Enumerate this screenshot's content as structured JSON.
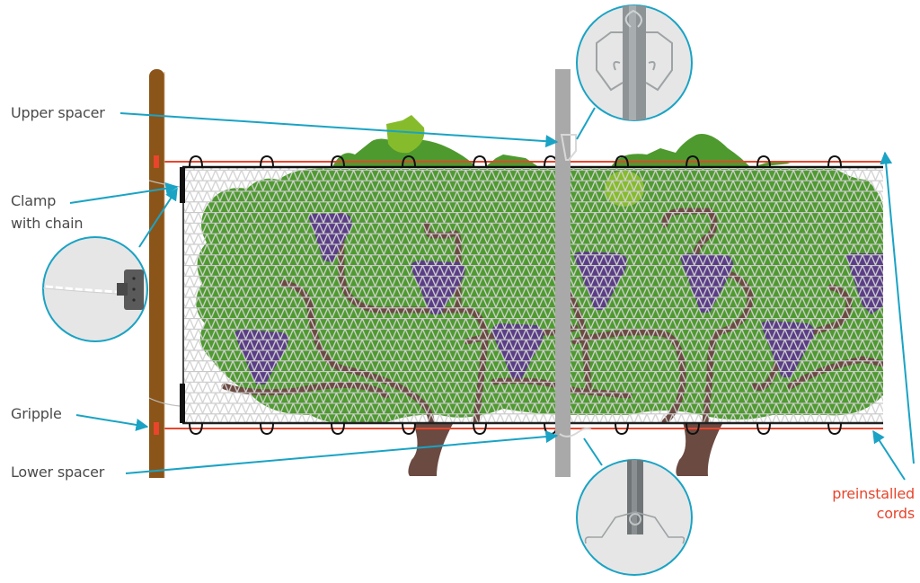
{
  "diagram": {
    "title": "Vineyard side netting installation",
    "labels": {
      "upper_spacer": "Upper spacer",
      "clamp_line1": "Clamp",
      "clamp_line2": "with chain",
      "gripple": "Gripple",
      "lower_spacer": "Lower spacer",
      "cords_line1": "preinstalled",
      "cords_line2": "cords"
    },
    "colors": {
      "callout": "#1aa3c4",
      "cord": "#e8452c",
      "post_wood": "#8b5418",
      "post_metal": "#a9a9a9",
      "foliage": "#4e9a2f",
      "foliage_light": "#86bc2c",
      "trunk": "#6b4a42",
      "grapes": "#5a3d86",
      "net_mesh": "#c9c9c9",
      "frame": "#111111",
      "label_text": "#4a4a4a",
      "detail_bg": "#e6e6e6"
    },
    "components": [
      {
        "name": "wooden-end-post",
        "icon": "post"
      },
      {
        "name": "metal-line-post",
        "icon": "post"
      },
      {
        "name": "side-net",
        "icon": "mesh"
      },
      {
        "name": "upper-cord",
        "icon": "cord"
      },
      {
        "name": "lower-cord",
        "icon": "cord"
      },
      {
        "name": "clamp-with-chain-detail",
        "icon": "magnifier-circle"
      },
      {
        "name": "upper-spacer-detail",
        "icon": "magnifier-circle"
      },
      {
        "name": "lower-spacer-detail",
        "icon": "magnifier-circle"
      }
    ]
  }
}
